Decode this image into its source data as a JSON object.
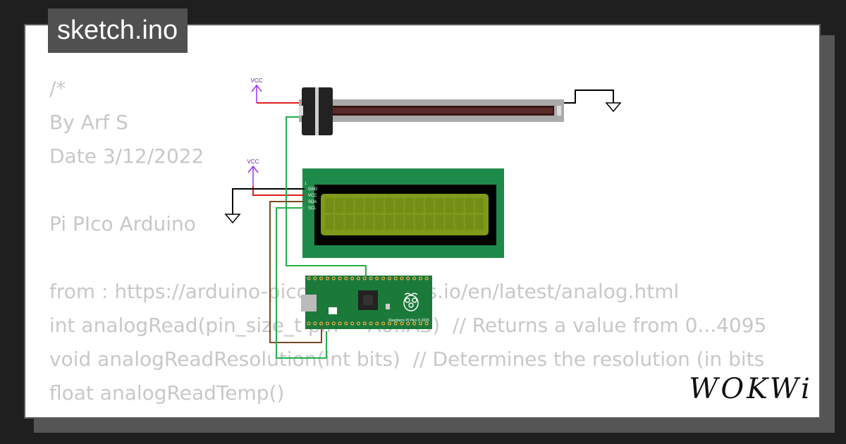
{
  "title_tag": "sketch.ino",
  "code_lines": [
    "/*",
    "By Arf S",
    "Date 3/12/2022",
    "",
    "Pi PIco Arduino",
    "",
    "from : https://arduino-pico.readthedocs.io/en/latest/analog.html",
    "int analogRead(pin_size_t pin = A0..A3)  // Returns a value from 0...4095",
    "void analogReadResolution(int bits)  // Determines the resolution (in bits",
    "float analogReadTemp()"
  ],
  "diagram": {
    "vcc_top": "VCC",
    "vcc_lcd": "VCC",
    "lcd_pins": [
      "GND",
      "VCC",
      "SDA",
      "SCL"
    ],
    "pico_text": "Raspberry Pi Pico © 2020"
  },
  "brand": "WOKWi",
  "colors": {
    "background": "#1f1f1f",
    "card": "#ffffff",
    "code_text": "#c8c8c8",
    "lcd_board": "#1e8a4a",
    "lcd_screen": "#7f9a1b",
    "pico_board": "#1b7a3a",
    "wire_red": "#e11d1d",
    "wire_black": "#000000",
    "wire_green": "#22b04a",
    "wire_brown": "#7a4a22",
    "wire_purple": "#9b30ff"
  }
}
